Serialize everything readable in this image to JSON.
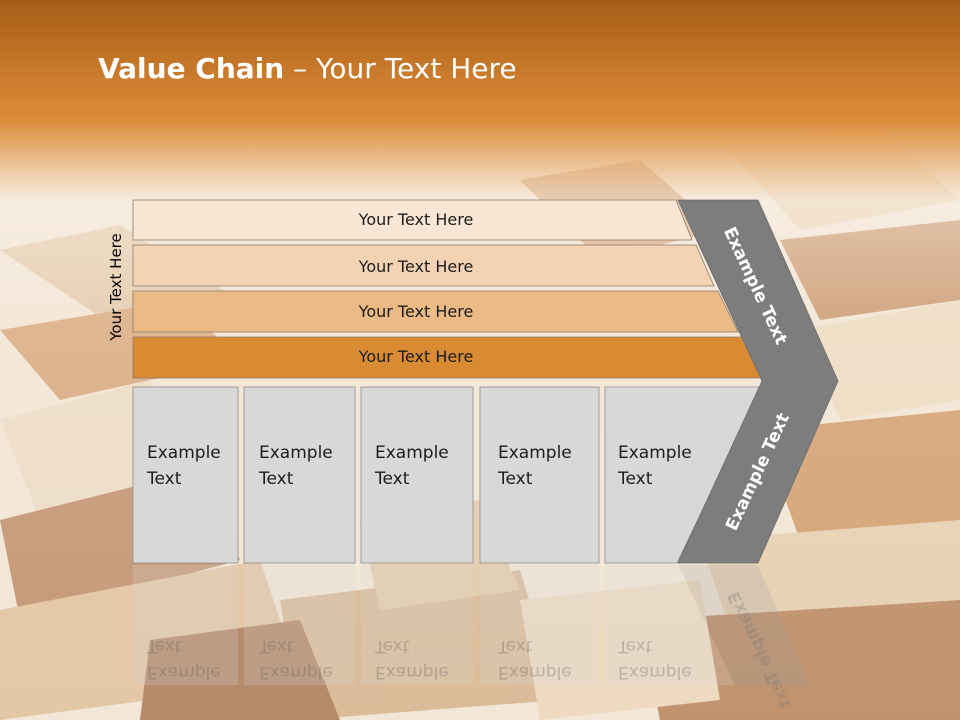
{
  "title": {
    "bold": "Value Chain",
    "rest": " – Your Text Here"
  },
  "side_label": "Your Text Here",
  "bars": [
    {
      "label": "Your Text Here",
      "color": "#f9e6d4"
    },
    {
      "label": "Your Text Here",
      "color": "#f3d3b3"
    },
    {
      "label": "Your Text Here",
      "color": "#ecba85"
    },
    {
      "label": "Your Text Here",
      "color": "#d98b34"
    }
  ],
  "boxes": [
    {
      "line1": "Example",
      "line2": "Text"
    },
    {
      "line1": "Example",
      "line2": "Text"
    },
    {
      "line1": "Example",
      "line2": "Text"
    },
    {
      "line1": "Example",
      "line2": "Text"
    },
    {
      "line1": "Example",
      "line2": "Text"
    }
  ],
  "chevron": {
    "upper": "Example Text",
    "lower": "Example Text",
    "color": "#7d7d7d"
  },
  "box_color": "#d8d8d8"
}
